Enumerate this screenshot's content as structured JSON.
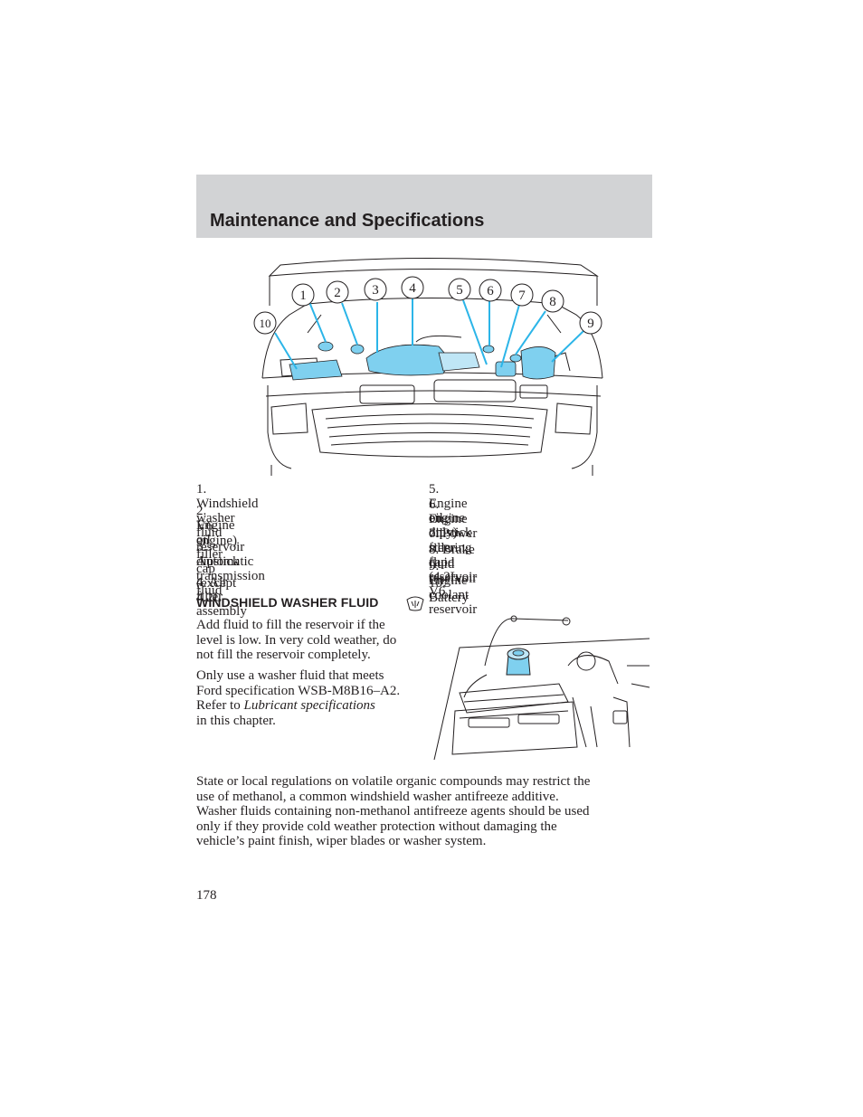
{
  "header": {
    "title": "Maintenance and Specifications"
  },
  "engine_diagram": {
    "callouts": [
      "1",
      "2",
      "3",
      "4",
      "5",
      "6",
      "7",
      "8",
      "9",
      "10"
    ],
    "highlight_color": "#7fd0ef",
    "fill_color": "#bfe6f6"
  },
  "legend": {
    "left": [
      {
        "line1": "1. Windshield washer fluid reservoir",
        "line2": ""
      },
      {
        "line1": "2. Engine oil filler cap (except 4.2L",
        "line2": "V6 engine)"
      },
      {
        "line1": "3. Automatic transmission fluid",
        "line2": "dipstick"
      },
      {
        "line1": "4. Air filter assembly",
        "line2": ""
      }
    ],
    "right": [
      {
        "line1": "5. Engine oil dipstick",
        "line2": ""
      },
      {
        "line1": "6. Engine oil filler cap (4.2L V6",
        "line2": "engine only)"
      },
      {
        "line1": "7. Power steering fluid reservoir",
        "line2": ""
      },
      {
        "line1": "8. Brake fluid reservoir",
        "line2": ""
      },
      {
        "line1": "9. Engine coolant reservoir",
        "line2": ""
      },
      {
        "line1": "10. Battery",
        "line2": ""
      }
    ]
  },
  "washer_section": {
    "heading": "WINDSHIELD WASHER FLUID",
    "icon": "windshield-washer-icon",
    "para1": {
      "line1": "Add fluid to fill the reservoir if the",
      "line2": "level is low. In very cold weather, do",
      "line3": "not fill the reservoir completely."
    },
    "para2": {
      "line1": "Only use a washer fluid that meets",
      "line2": "Ford specification WSB-M8B16–A2.",
      "line3_prefix": "Refer to ",
      "line3_italic": "Lubricant specifications",
      "line4": "in this chapter."
    },
    "para3": {
      "line1": "State or local regulations on volatile organic compounds may restrict the",
      "line2": "use of methanol, a common windshield washer antifreeze additive.",
      "line3": "Washer fluids containing non-methanol antifreeze agents should be used",
      "line4": "only if they provide cold weather protection without damaging the",
      "line5": "vehicle’s paint finish, wiper blades or washer system."
    }
  },
  "footer": {
    "page_number": "178"
  }
}
